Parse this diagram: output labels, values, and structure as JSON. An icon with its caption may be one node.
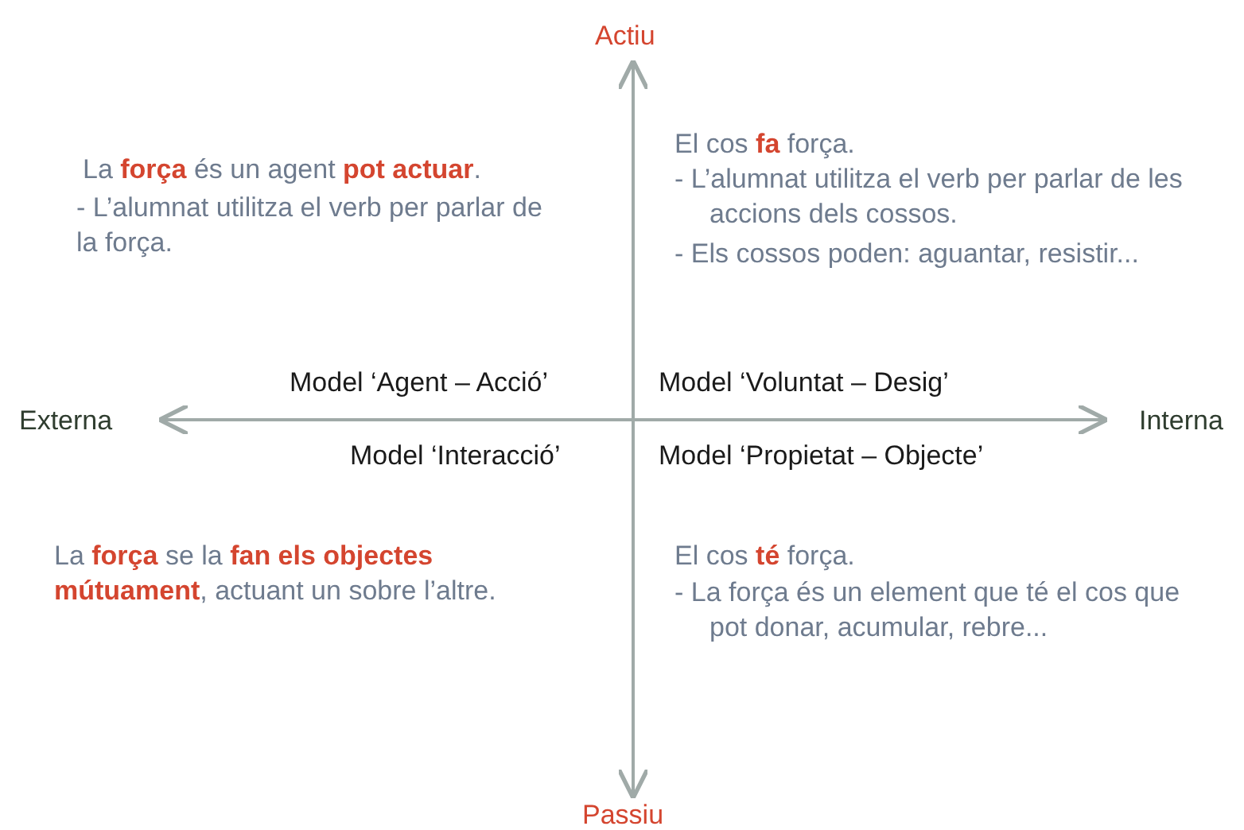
{
  "diagram": {
    "labels": [
      "Actiu",
      "La **força** és un agent **pot actuar**.",
      "- L’alumnat utilitza el verb per parlar de la força.",
      "El cos **fa** força.",
      "- L’alumnat utilitza el verb per parlar de les accions dels cossos.",
      "- Els cossos poden: aguantar, resistir...",
      "Model ‘Agent – Acció’",
      "Model ‘Voluntat – Desig’",
      "Externa",
      "Interna",
      "Model ‘Interacció’",
      "Model ‘Propietat – Objecte’",
      "La **força** se la **fan els objectes mútuament**, actuant un sobre l’altre.",
      "El cos **té** força.",
      "- La força és un element que té el cos que pot donar, acumular, rebre...",
      "Passiu"
    ]
  }
}
